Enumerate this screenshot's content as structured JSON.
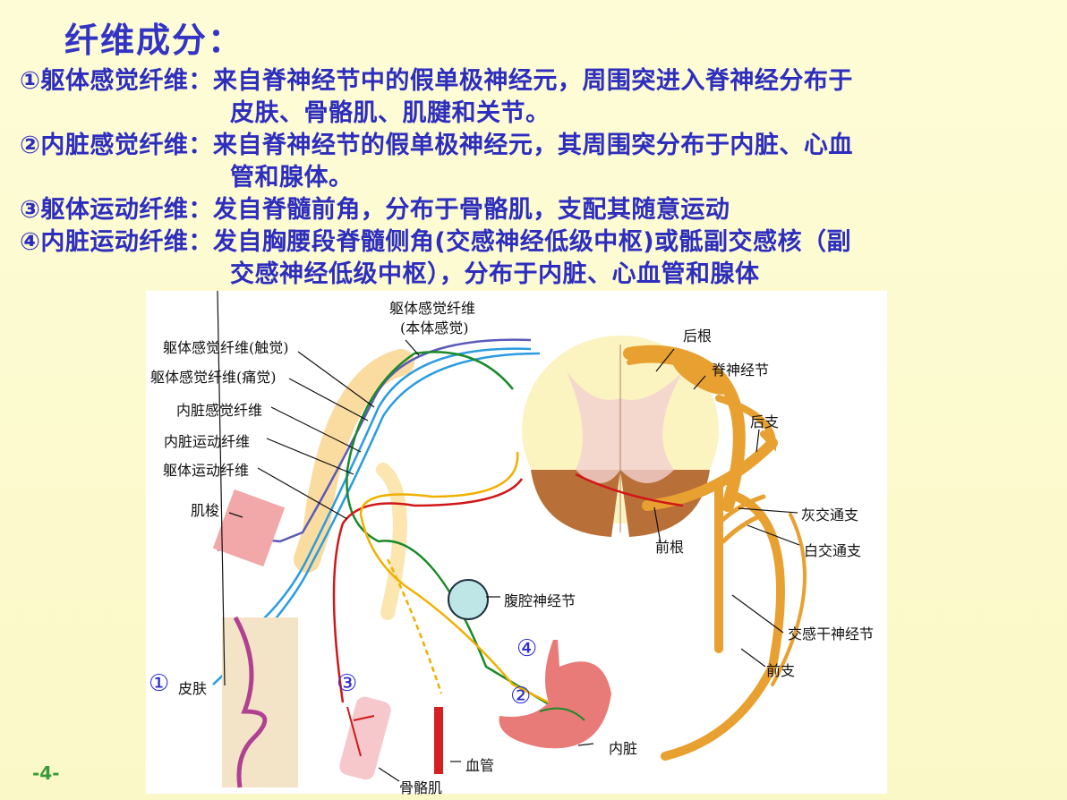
{
  "title": "纤维成分：",
  "items": [
    {
      "line1": "①躯体感觉纤维：来自脊神经节中的假单极神经元，周围突进入脊神经分布于",
      "line2": "皮肤、骨骼肌、肌腱和关节。"
    },
    {
      "line1": "②内脏感觉纤维：来自脊神经节的假单极神经元，其周围突分布于内脏、心血",
      "line2": "管和腺体。"
    },
    {
      "line1": "③躯体运动纤维：发自脊髓前角，分布于骨骼肌，支配其随意运动"
    },
    {
      "line1": "④内脏运动纤维：发自胸腰段脊髓侧角(交感神经低级中枢)或骶副交感核（副",
      "line2": "交感神经低级中枢），分布于内脏、心血管和腺体"
    }
  ],
  "figure": {
    "labels": {
      "proprio1": "躯体感觉纤维",
      "proprio2": "(本体感觉)",
      "touch": "躯体感觉纤维(触觉)",
      "pain": "躯体感觉纤维(痛觉)",
      "visceral_sensory": "内脏感觉纤维",
      "visceral_motor": "内脏运动纤维",
      "somatic_motor": "躯体运动纤维",
      "muscle_spindle": "肌梭",
      "dorsal_root": "后根",
      "spinal_ganglion": "脊神经节",
      "dorsal_ramus": "后支",
      "gray_ramus": "灰交通支",
      "white_ramus": "白交通支",
      "ventral_root": "前根",
      "celiac_ganglion": "腹腔神经节",
      "sympathetic_ganglion": "交感干神经节",
      "ventral_ramus": "前支",
      "skin": "皮肤",
      "viscera": "内脏",
      "blood_vessel": "血管",
      "skeletal_muscle": "骨骼肌"
    },
    "markers": [
      "①",
      "②",
      "③",
      "④"
    ],
    "colors": {
      "somatic_sensory": "#2a9be0",
      "proprio": "#5a5ab8",
      "visceral_sensory": "#1a8a2a",
      "somatic_motor": "#d01818",
      "visceral_motor": "#f0b000",
      "nerve": "#e8a030"
    }
  },
  "page_number": "-4-"
}
